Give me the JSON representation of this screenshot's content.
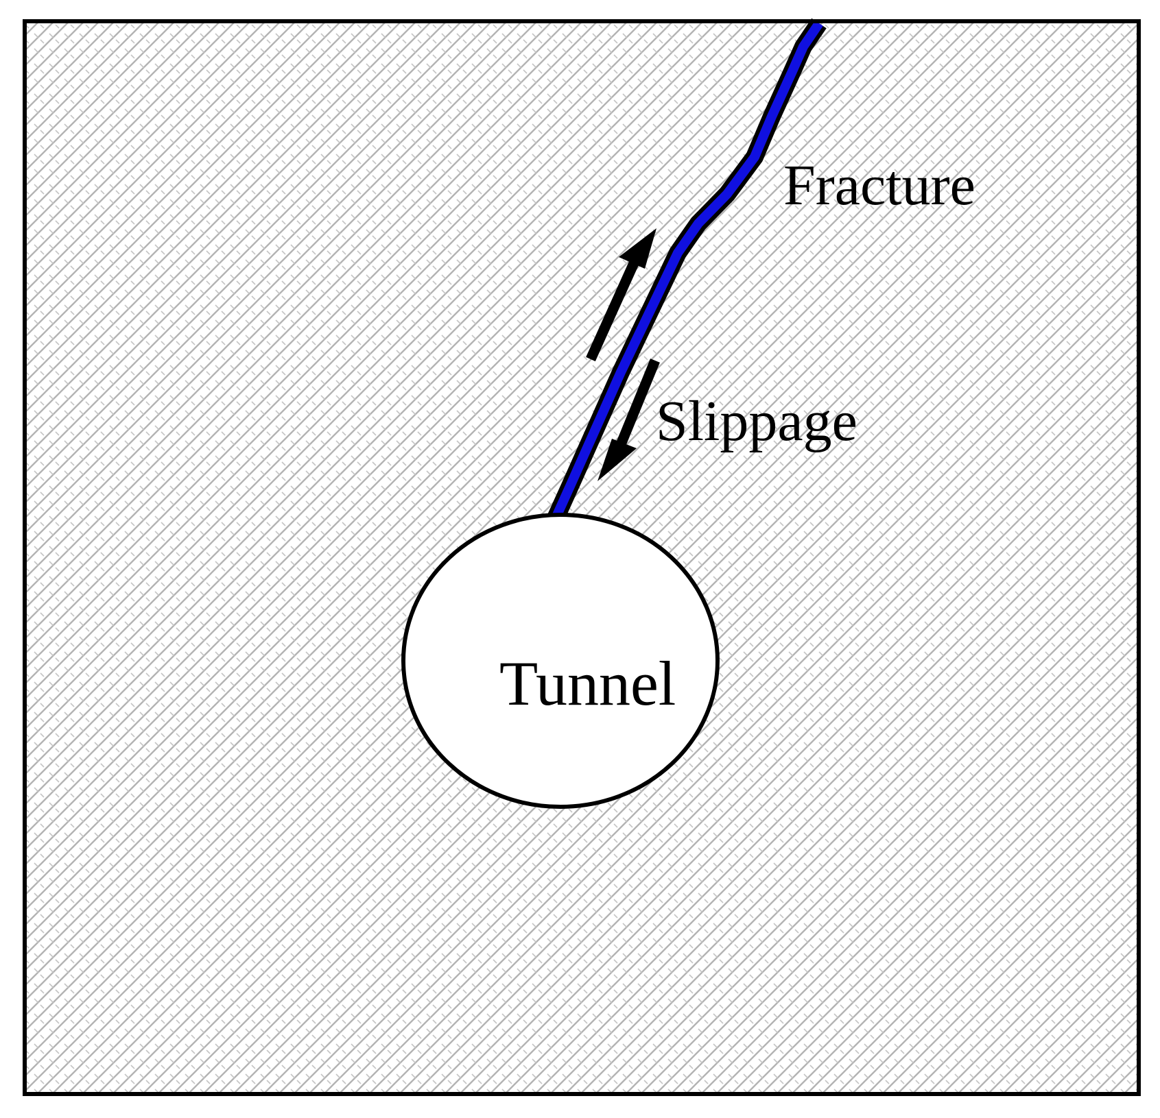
{
  "labels": {
    "fracture": "Fracture",
    "slippage": "Slippage",
    "tunnel": "Tunnel"
  },
  "colors": {
    "fracture_fill": "#1010e0",
    "outline": "#000000",
    "hatch": "#b0b0b0",
    "background": "#ffffff"
  },
  "icons": {
    "slip_up": "arrow-up-right",
    "slip_down": "arrow-down-left"
  }
}
